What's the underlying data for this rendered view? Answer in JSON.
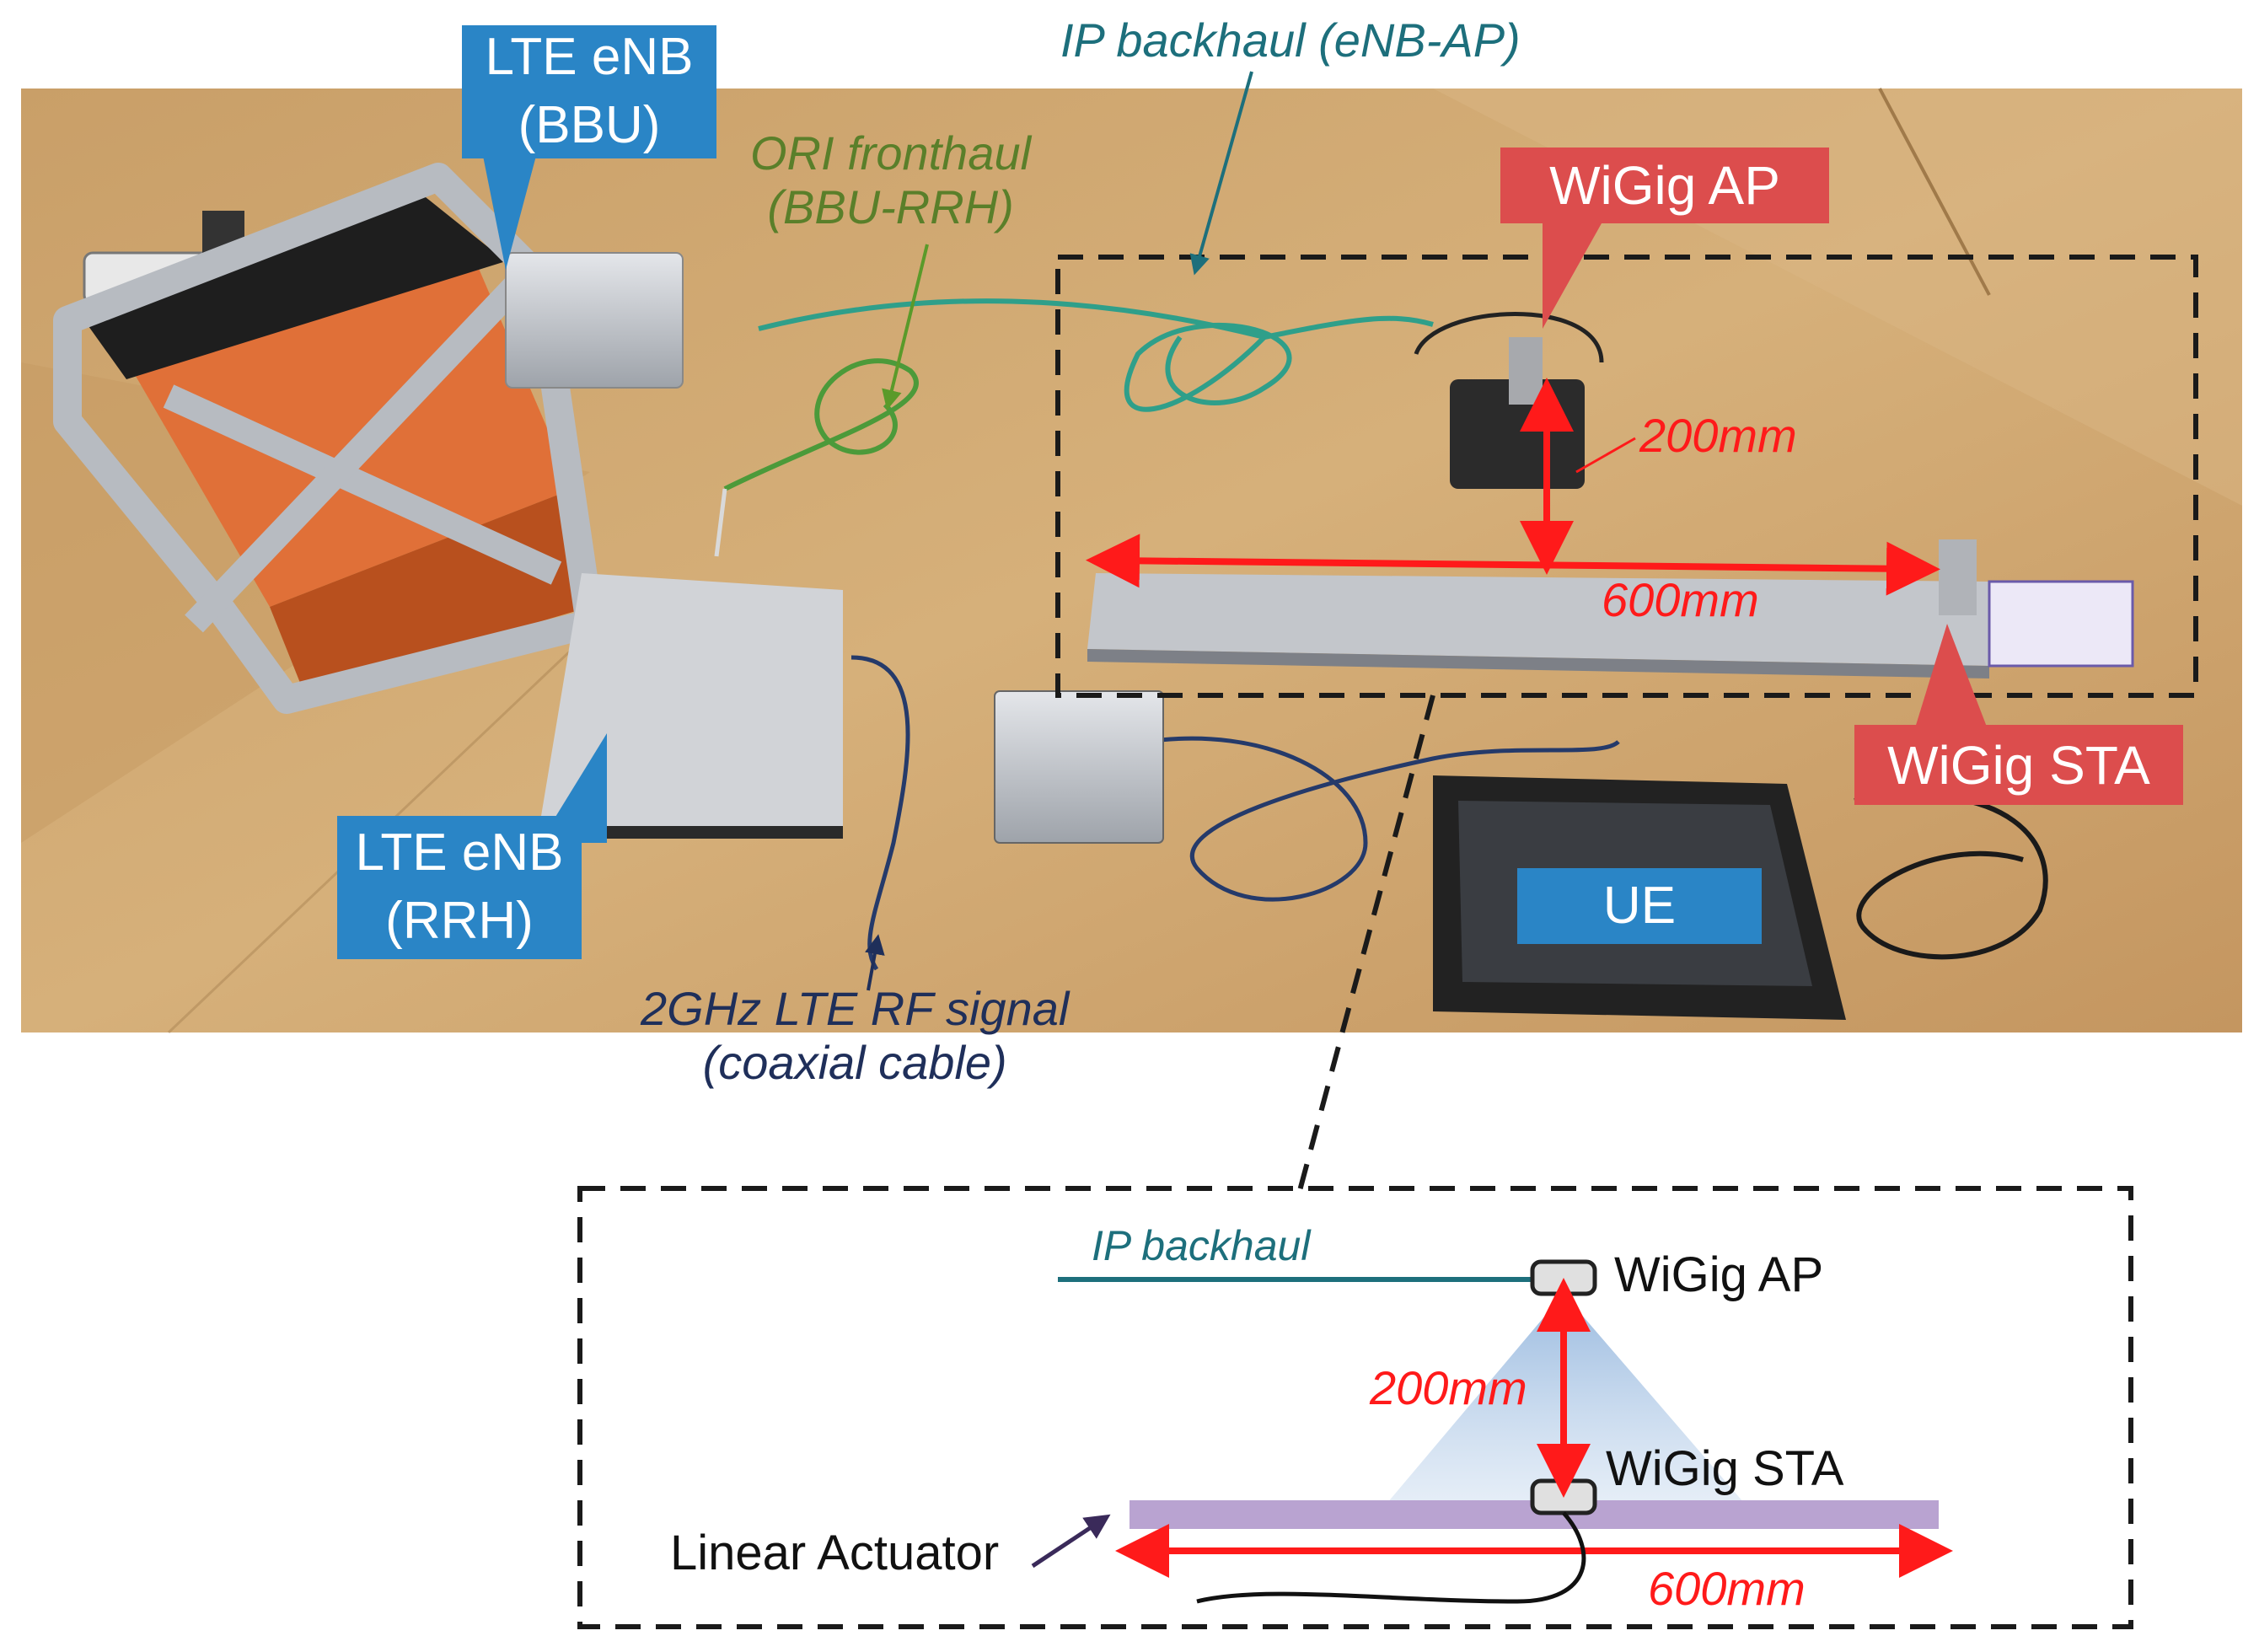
{
  "photo": {
    "callouts": {
      "bbu": "LTE eNB\n(BBU)",
      "rrh": "LTE eNB\n(RRH)",
      "ue": "UE",
      "wigig_ap": "WiGig AP",
      "wigig_sta": "WiGig STA"
    },
    "annotations": {
      "ip_backhaul": "IP backhaul (eNB-AP)",
      "ori_fronthaul": "ORI fronthaul\n(BBU-RRH)",
      "rf_signal": "2GHz LTE RF signal\n(coaxial cable)",
      "dist_200": "200mm",
      "dist_600": "600mm"
    }
  },
  "diagram": {
    "ip_backhaul": "IP backhaul",
    "wigig_ap": "WiGig AP",
    "wigig_sta": "WiGig STA",
    "actuator": "Linear Actuator",
    "dist_200": "200mm",
    "dist_600": "600mm"
  },
  "colors": {
    "callout_blue": "#2a85c6",
    "callout_red": "#dc4d4d",
    "measure_red": "#ff1a1a",
    "teal_text": "#1d6f7c",
    "olive_text": "#5a7f2a",
    "navy_text": "#1f2f5a",
    "actuator": "#b9a3d1"
  }
}
